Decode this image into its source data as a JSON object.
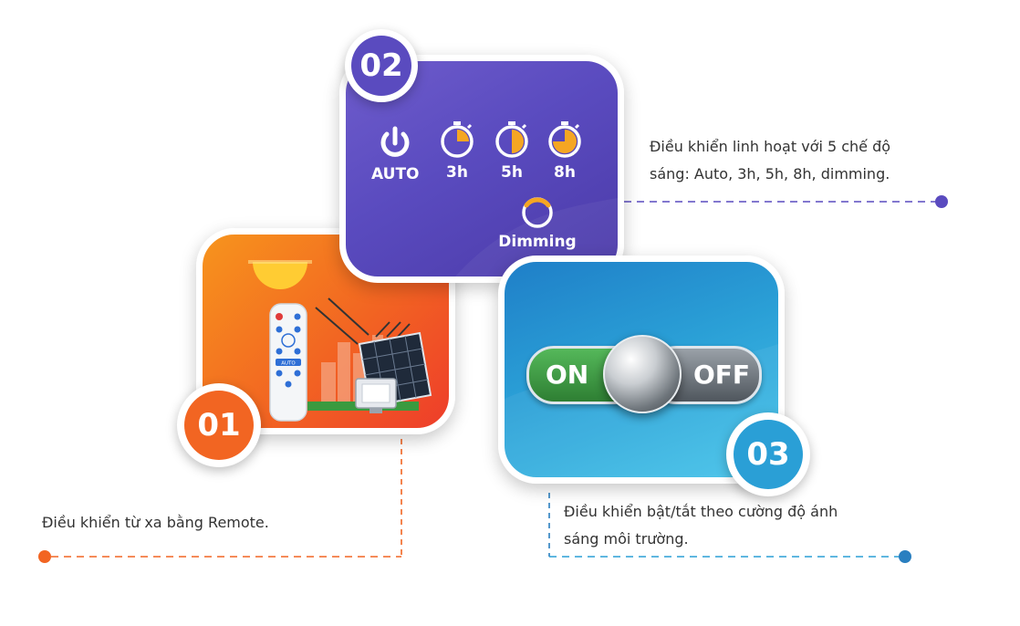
{
  "steps": [
    {
      "number": "01",
      "text": "Điều khiển từ xa bằng Remote."
    },
    {
      "number": "02",
      "text_line1": "Điều khiển linh hoạt với 5 chế độ",
      "text_line2": "sáng: Auto, 3h, 5h, 8h, dimming."
    },
    {
      "number": "03",
      "text_line1": "Điều khiển bật/tắt theo cường độ ánh",
      "text_line2": "sáng môi trường."
    }
  ],
  "modes": {
    "auto": "AUTO",
    "h3": "3h",
    "h5": "5h",
    "h8": "8h",
    "dimming": "Dimming"
  },
  "remote": {
    "auto_label": "AUTO"
  },
  "switch": {
    "on": "ON",
    "off": "OFF"
  },
  "colors": {
    "orange": "#f26522",
    "purple": "#5a4bbf",
    "blue": "#2a9fd6",
    "amber": "#f5a623",
    "green": "#3a9a3f"
  }
}
